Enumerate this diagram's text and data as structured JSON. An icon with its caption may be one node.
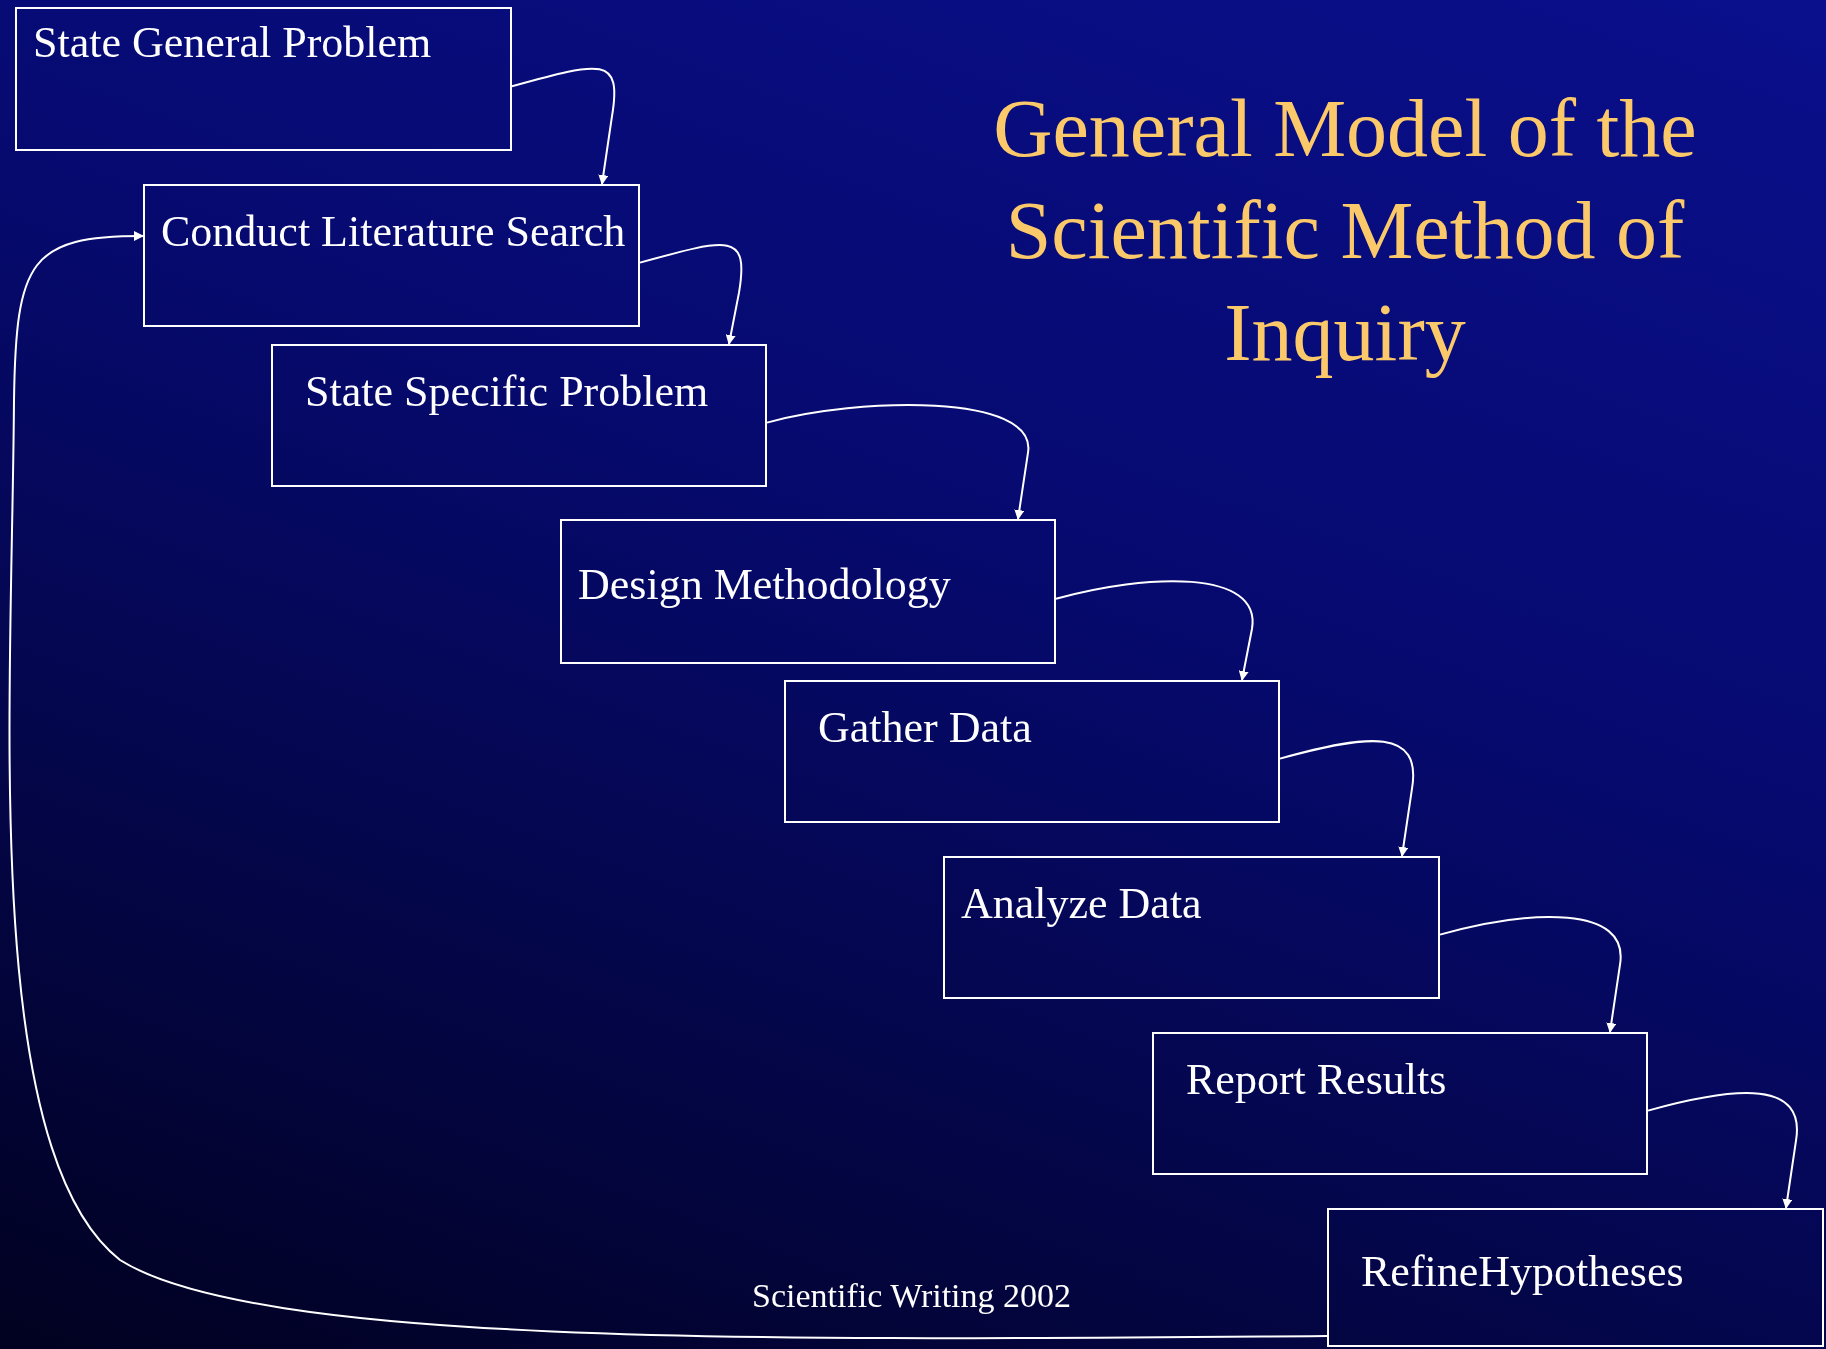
{
  "diagram": {
    "title": "General Model of the Scientific Method of Inquiry",
    "nodes": [
      {
        "text": [
          "State General Problem"
        ]
      },
      {
        "text": [
          "Conduct Literature Search"
        ]
      },
      {
        "text": [
          "State Specific Problem"
        ]
      },
      {
        "text": [
          "Design Methodology"
        ]
      },
      {
        "text": [
          "Gather Data"
        ]
      },
      {
        "text": [
          "Analyze Data"
        ]
      },
      {
        "text": [
          "Report Results"
        ]
      },
      {
        "text": [
          "RefineHypotheses"
        ]
      }
    ],
    "edges": [
      {
        "from": 0,
        "to": 1,
        "arrow": "to"
      },
      {
        "from": 1,
        "to": 2,
        "arrow": "to"
      },
      {
        "from": 2,
        "to": 3,
        "arrow": "to"
      },
      {
        "from": 3,
        "to": 4,
        "arrow": "to"
      },
      {
        "from": 4,
        "to": 5,
        "arrow": "to"
      },
      {
        "from": 5,
        "to": 6,
        "arrow": "to"
      },
      {
        "from": 6,
        "to": 7,
        "arrow": "to"
      },
      {
        "from": 7,
        "to": 1,
        "arrow": "to"
      }
    ],
    "labels": [
      "Scientific Writing 2002"
    ]
  }
}
